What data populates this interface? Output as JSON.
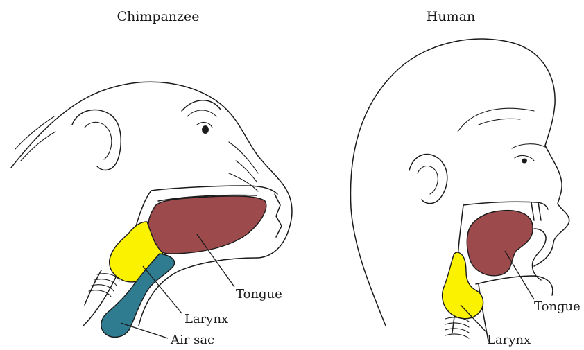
{
  "panels": {
    "chimp": {
      "title": "Chimpanzee"
    },
    "human": {
      "title": "Human"
    }
  },
  "labels": {
    "chimp_tongue": "Tongue",
    "chimp_larynx": "Larynx",
    "chimp_air_sac": "Air sac",
    "human_tongue": "Tongue",
    "human_larynx": "Larynx"
  },
  "colors": {
    "tongue": "#9c4a4c",
    "larynx": "#fbf200",
    "air_sac": "#2f7b8f",
    "ink": "#1a1a1a",
    "background": "#ffffff"
  }
}
